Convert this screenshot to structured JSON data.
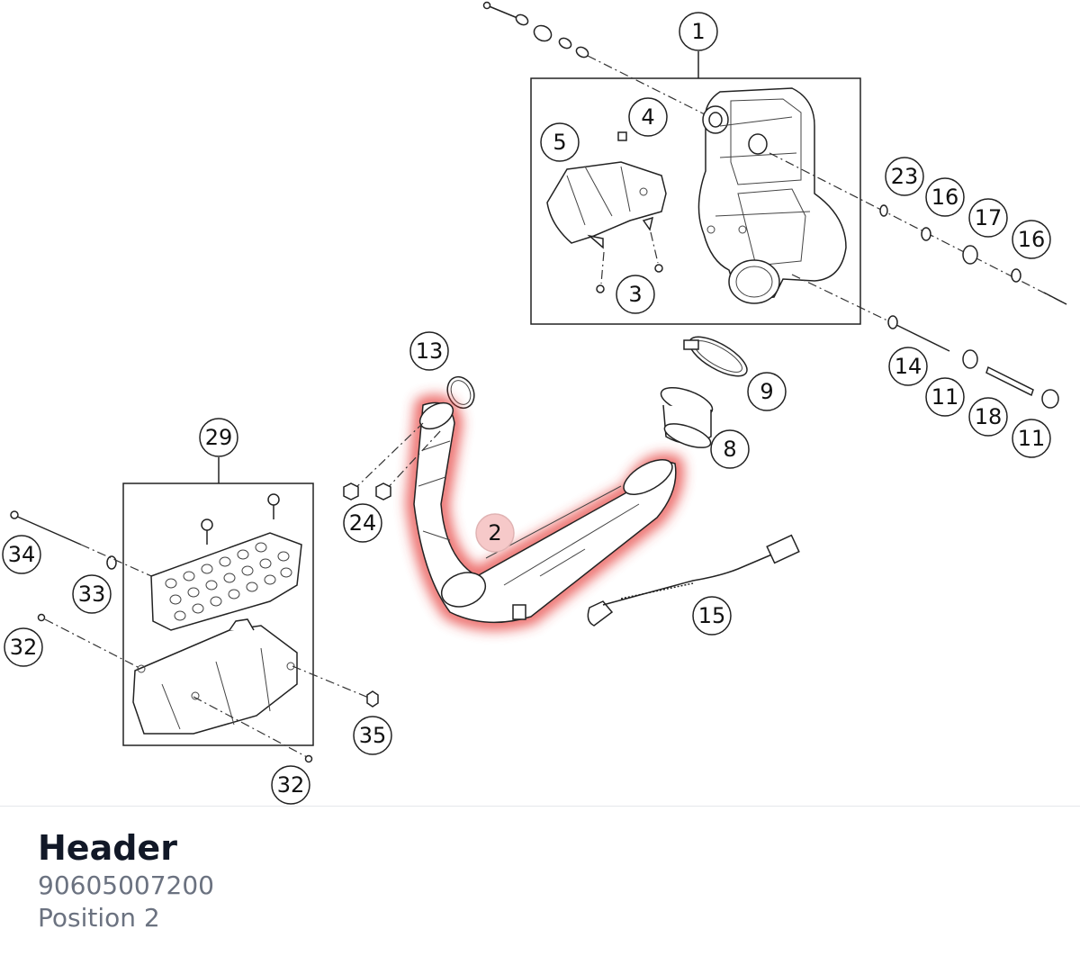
{
  "part": {
    "name": "Header",
    "number": "90605007200",
    "position": "Position 2"
  },
  "highlight_color": "#e53935",
  "callouts": {
    "c1": "1",
    "c2": "2",
    "c3": "3",
    "c4": "4",
    "c5": "5",
    "c8": "8",
    "c9": "9",
    "c11a": "11",
    "c11b": "11",
    "c13": "13",
    "c14": "14",
    "c15": "15",
    "c16a": "16",
    "c16b": "16",
    "c17": "17",
    "c18": "18",
    "c23": "23",
    "c24": "24",
    "c29": "29",
    "c32a": "32",
    "c32b": "32",
    "c33": "33",
    "c34": "34",
    "c35": "35"
  }
}
